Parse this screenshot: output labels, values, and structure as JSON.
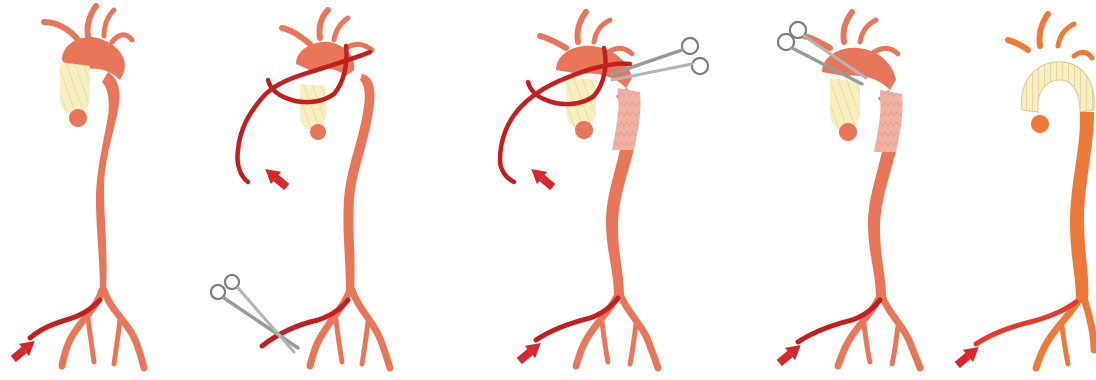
{
  "figure": {
    "panel_count": 5,
    "colors": {
      "aorta": "#e8775a",
      "aorta_outline": "#d9674b",
      "graft_fill": "#f8f0c2",
      "graft_stripe": "#e2d29a",
      "stent_fill": "#f2b2a3",
      "stent_line": "#e3a194",
      "cannula": "#c41f1f",
      "arrow": "#d6272b",
      "clamp": "#9a9a9a",
      "clamp_ring": "#7d7d7d",
      "final_aorta": "#ec7a39"
    },
    "panels": [
      {
        "step": 1,
        "repaired_arch": false,
        "cannula": [
          "femoral"
        ],
        "clamps": [],
        "stent": false
      },
      {
        "step": 2,
        "repaired_arch": false,
        "cannula": [
          "femoral",
          "axillary"
        ],
        "clamps": [
          "iliac"
        ],
        "stent": false
      },
      {
        "step": 3,
        "repaired_arch": false,
        "cannula": [
          "femoral",
          "axillary"
        ],
        "clamps": [
          "arch"
        ],
        "stent": true
      },
      {
        "step": 4,
        "repaired_arch": false,
        "cannula": [
          "femoral"
        ],
        "clamps": [
          "arch"
        ],
        "stent": true
      },
      {
        "step": 5,
        "repaired_arch": true,
        "cannula": [
          "femoral"
        ],
        "clamps": [],
        "stent": false
      }
    ]
  }
}
